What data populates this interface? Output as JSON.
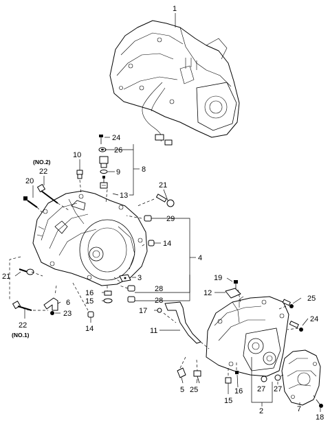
{
  "diagram": {
    "labels": {
      "c1": "1",
      "c2": "2",
      "c3": "3",
      "c4": "4",
      "c5": "5",
      "c6": "6",
      "c7": "7",
      "c8": "8",
      "c9": "9",
      "c10": "10",
      "c11": "11",
      "c12": "12",
      "c13": "13",
      "c14a": "14",
      "c14b": "14",
      "c15a": "15",
      "c15b": "15",
      "c16a": "16",
      "c16b": "16",
      "c17": "17",
      "c18": "18",
      "c19": "19",
      "c20": "20",
      "c21a": "21",
      "c21b": "21",
      "c22a": "22",
      "c22b": "22",
      "c23": "23",
      "c24a": "24",
      "c24b": "24",
      "c25a": "25",
      "c25b": "25",
      "c26": "26",
      "c27a": "27",
      "c27b": "27",
      "c28a": "28",
      "c28b": "28",
      "c29": "29",
      "no2": "(NO.2)",
      "no1": "(NO.1)"
    }
  }
}
